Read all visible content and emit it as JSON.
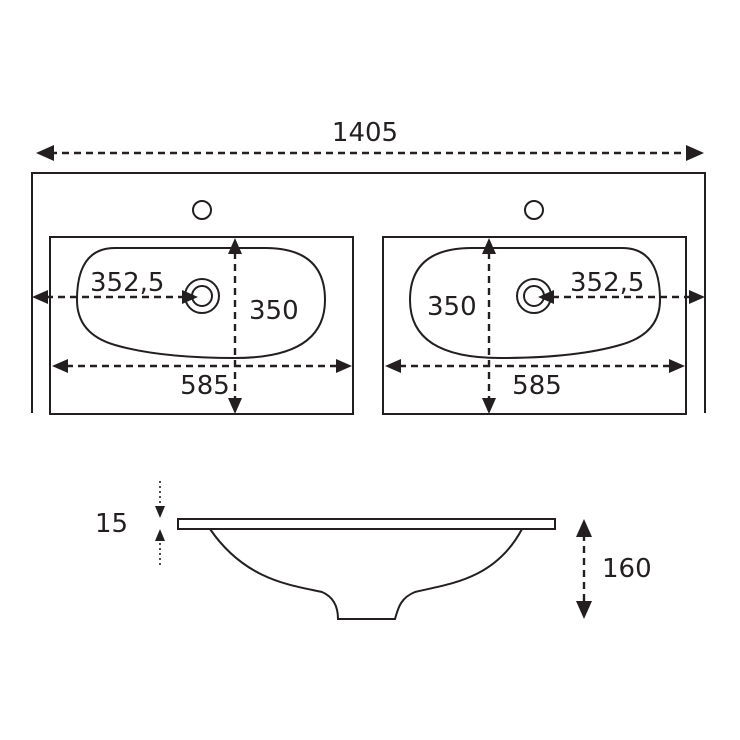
{
  "dimensions": {
    "overall_width": "1405",
    "left_basin": {
      "tap_offset": "352,5",
      "depth": "350",
      "width": "585"
    },
    "right_basin": {
      "tap_offset": "352,5",
      "depth": "350",
      "width": "585"
    },
    "rim_thickness": "15",
    "total_height": "160"
  },
  "colors": {
    "line": "#231f20",
    "background": "#ffffff"
  }
}
